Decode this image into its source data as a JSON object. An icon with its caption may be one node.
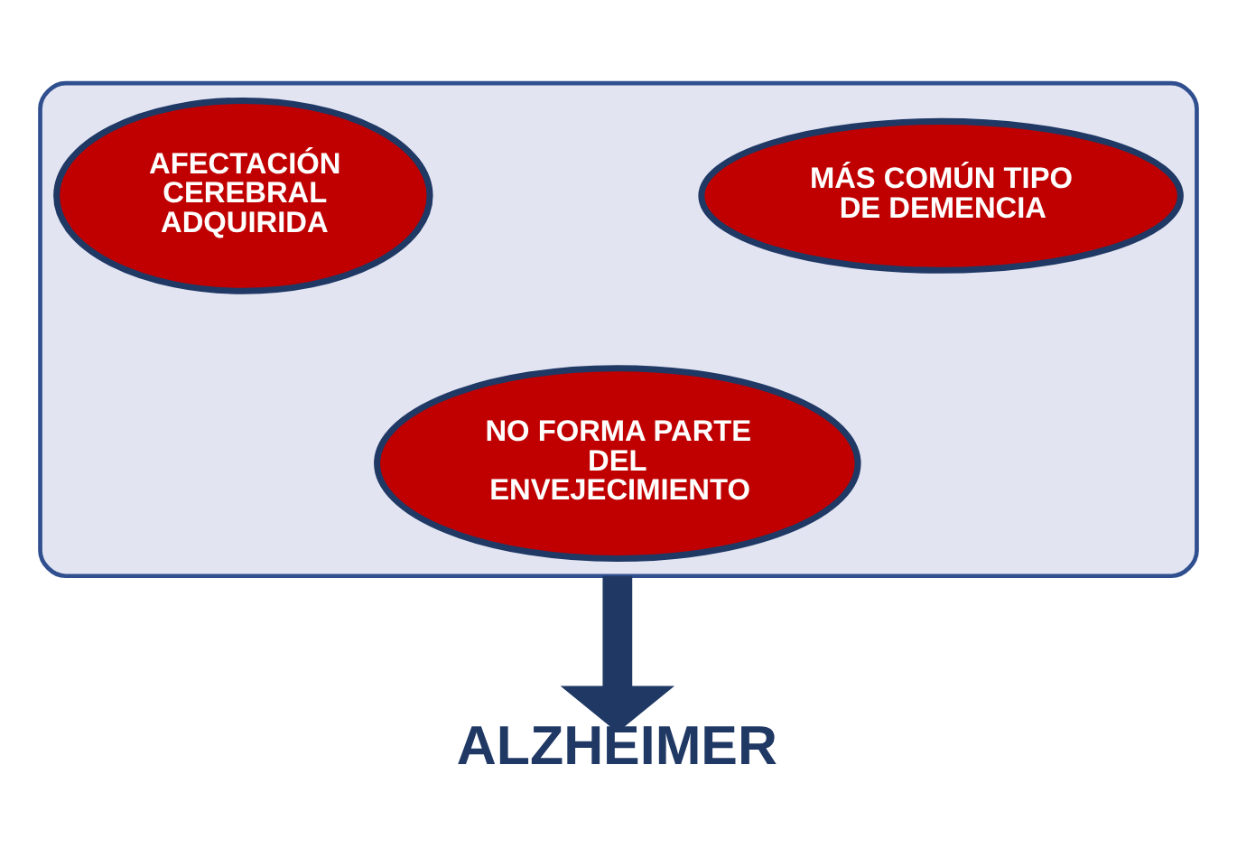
{
  "diagram": {
    "nodes": [
      {
        "text": [],
        "shape": "funnel"
      },
      {
        "text": [
          "AFECTACIÓN CEREBRAL ADQUIRIDA"
        ],
        "in": 0
      },
      {
        "text": [
          "MÁS COMÚN TIPO DE DEMENCIA"
        ],
        "in": 0
      },
      {
        "text": [
          "NO FORMA PARTE DEL ENVEJECIMIENTO"
        ],
        "in": 0
      },
      {
        "text": [
          "ALZHEIMER"
        ]
      }
    ],
    "edges": [
      {
        "from": 0,
        "to": 4,
        "arrow": "to"
      }
    ]
  }
}
